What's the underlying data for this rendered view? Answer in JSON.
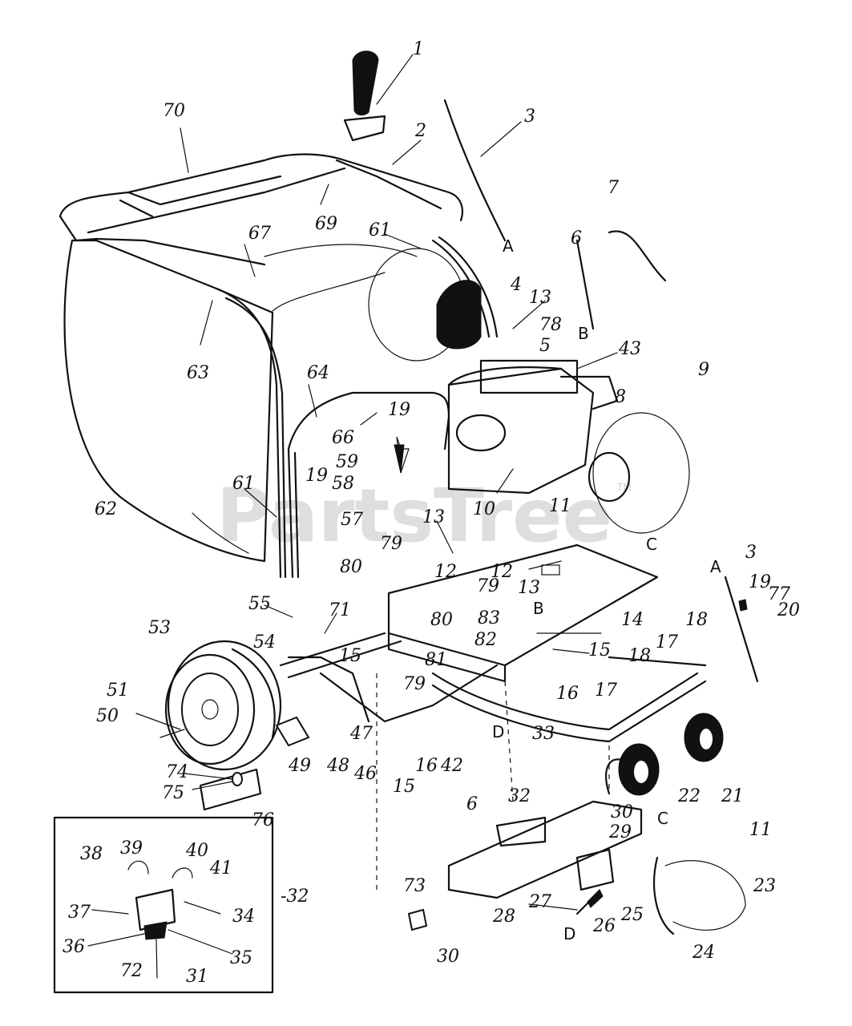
{
  "watermark": "PartsTree",
  "watermark_tm": "TM",
  "callouts": [
    "1",
    "2",
    "3",
    "70",
    "69",
    "7",
    "6",
    "67",
    "61",
    "A",
    "4",
    "13",
    "78",
    "63",
    "64",
    "5",
    "43",
    "B",
    "9",
    "19",
    "66",
    "59",
    "58",
    "8",
    "62",
    "61",
    "19",
    "10",
    "57",
    "11",
    "13",
    "79",
    "12",
    "C",
    "80",
    "79",
    "12",
    "13",
    "A",
    "3",
    "19",
    "77",
    "20",
    "55",
    "71",
    "83",
    "B",
    "14",
    "53",
    "54",
    "15",
    "80",
    "82",
    "81",
    "79",
    "15",
    "18",
    "17",
    "51",
    "50",
    "16",
    "18",
    "17",
    "49",
    "48",
    "46",
    "47",
    "16",
    "42",
    "D",
    "33",
    "22",
    "21",
    "74",
    "75",
    "15",
    "76",
    "32",
    "6",
    "30",
    "C",
    "29",
    "11",
    "38",
    "39",
    "40",
    "41",
    "23",
    "34",
    "-32",
    "37",
    "36",
    "35",
    "72",
    "31",
    "73",
    "27",
    "D",
    "26",
    "25",
    "24",
    "28",
    "30"
  ],
  "inset_label": "-32"
}
